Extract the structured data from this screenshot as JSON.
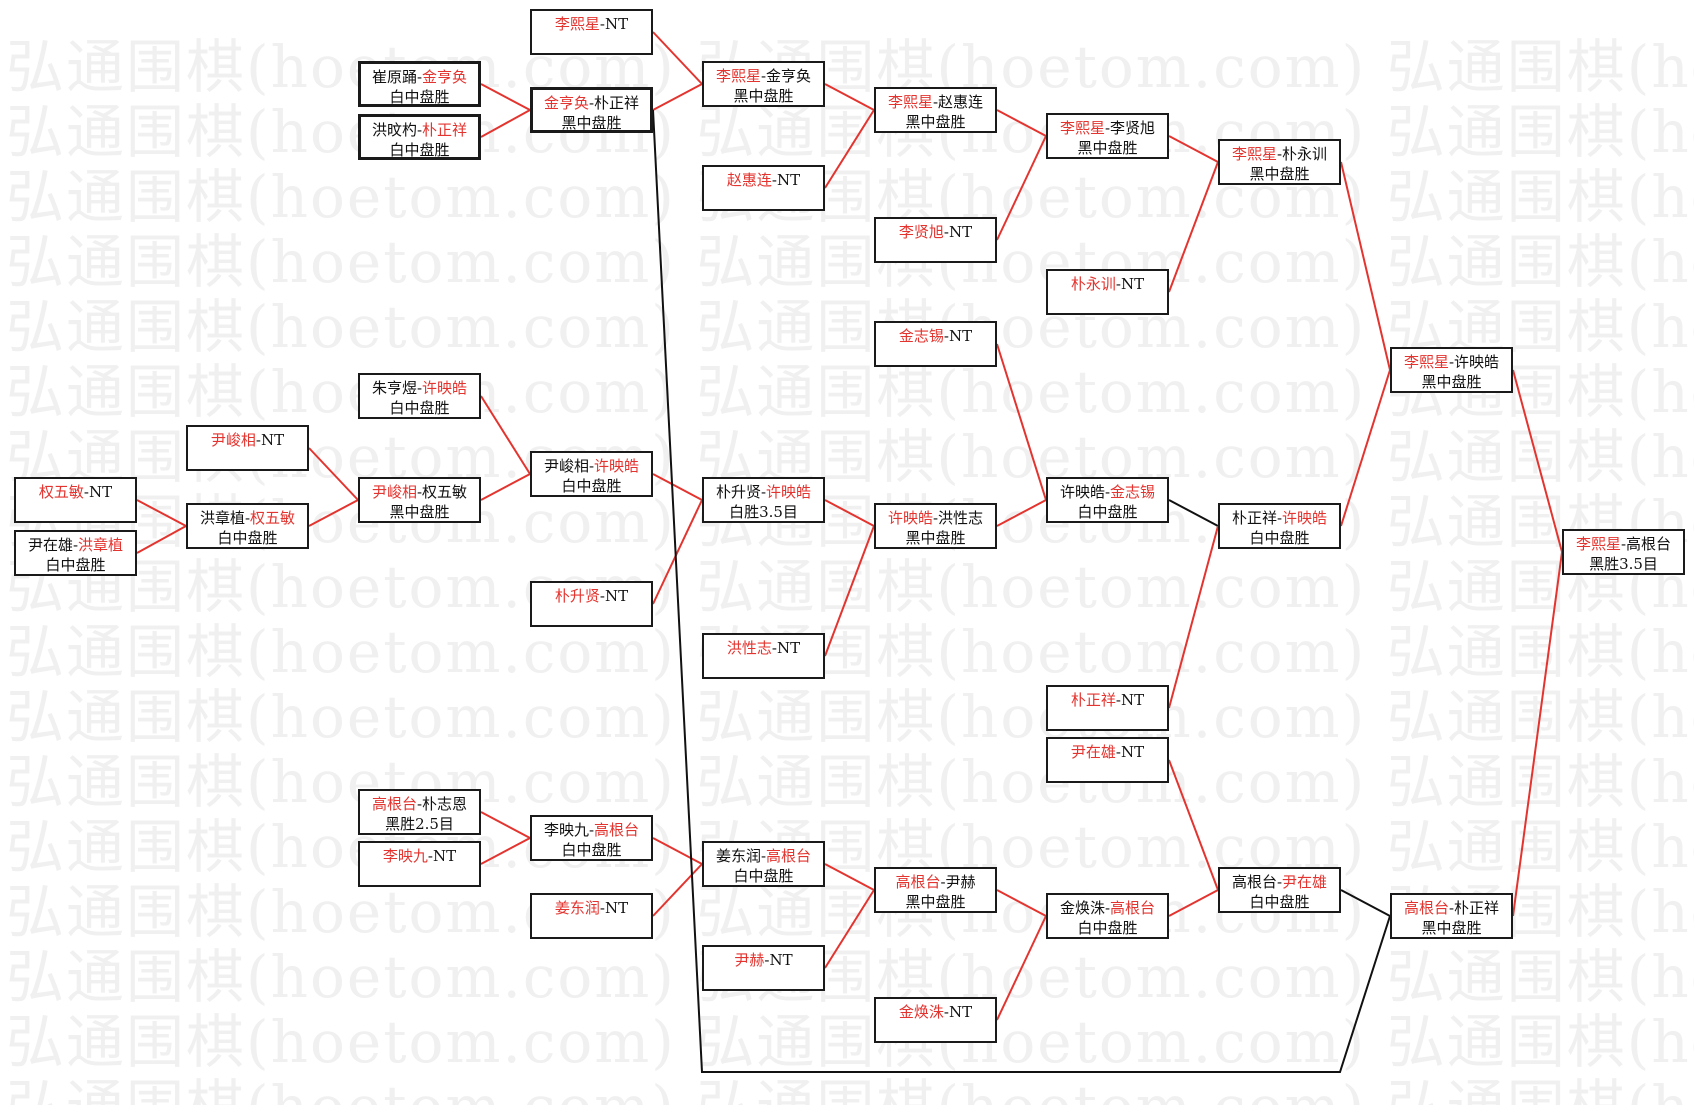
{
  "watermark": "弘通围棋(hoetom.com)",
  "colors": {
    "winner": "#e3342f",
    "line_win": "#e3342f",
    "line_other": "#111111",
    "border": "#1a1a1a"
  },
  "matches": [
    {
      "id": "m1",
      "p1": "李熙星",
      "p2": "NT",
      "winner": 1,
      "result": ""
    },
    {
      "id": "m2",
      "p1": "崔原踊",
      "p2": "金亨奂",
      "winner": 2,
      "result": "白中盘胜"
    },
    {
      "id": "m3",
      "p1": "洪旼杓",
      "p2": "朴正祥",
      "winner": 2,
      "result": "白中盘胜"
    },
    {
      "id": "m4",
      "p1": "金亨奂",
      "p2": "朴正祥",
      "winner": 1,
      "result": "黑中盘胜"
    },
    {
      "id": "m5",
      "p1": "李熙星",
      "p2": "金亨奂",
      "winner": 1,
      "result": "黑中盘胜"
    },
    {
      "id": "m6",
      "p1": "赵惠连",
      "p2": "NT",
      "winner": 1,
      "result": ""
    },
    {
      "id": "m7",
      "p1": "李熙星",
      "p2": "赵惠连",
      "winner": 1,
      "result": "黑中盘胜"
    },
    {
      "id": "m8",
      "p1": "李贤旭",
      "p2": "NT",
      "winner": 1,
      "result": ""
    },
    {
      "id": "m9",
      "p1": "李熙星",
      "p2": "李贤旭",
      "winner": 1,
      "result": "黑中盘胜"
    },
    {
      "id": "m10",
      "p1": "朴永训",
      "p2": "NT",
      "winner": 1,
      "result": ""
    },
    {
      "id": "m11",
      "p1": "李熙星",
      "p2": "朴永训",
      "winner": 1,
      "result": "黑中盘胜"
    },
    {
      "id": "m12",
      "p1": "金志锡",
      "p2": "NT",
      "winner": 1,
      "result": ""
    },
    {
      "id": "m13",
      "p1": "朱亨煜",
      "p2": "许映皓",
      "winner": 2,
      "result": "白中盘胜"
    },
    {
      "id": "m14",
      "p1": "尹峻相",
      "p2": "NT",
      "winner": 1,
      "result": ""
    },
    {
      "id": "m15",
      "p1": "权五敏",
      "p2": "NT",
      "winner": 1,
      "result": ""
    },
    {
      "id": "m16",
      "p1": "尹在雄",
      "p2": "洪章植",
      "winner": 2,
      "result": "白中盘胜"
    },
    {
      "id": "m17",
      "p1": "洪章植",
      "p2": "权五敏",
      "winner": 2,
      "result": "白中盘胜"
    },
    {
      "id": "m18",
      "p1": "尹峻相",
      "p2": "权五敏",
      "winner": 1,
      "result": "黑中盘胜"
    },
    {
      "id": "m19",
      "p1": "尹峻相",
      "p2": "许映皓",
      "winner": 2,
      "result": "白中盘胜"
    },
    {
      "id": "m20",
      "p1": "朴升贤",
      "p2": "NT",
      "winner": 1,
      "result": ""
    },
    {
      "id": "m21",
      "p1": "朴升贤",
      "p2": "许映皓",
      "winner": 2,
      "result": "白胜3.5目"
    },
    {
      "id": "m22",
      "p1": "洪性志",
      "p2": "NT",
      "winner": 1,
      "result": ""
    },
    {
      "id": "m23",
      "p1": "许映皓",
      "p2": "洪性志",
      "winner": 1,
      "result": "黑中盘胜"
    },
    {
      "id": "m24",
      "p1": "许映皓",
      "p2": "金志锡",
      "winner": 2,
      "result": "白中盘胜"
    },
    {
      "id": "m25",
      "p1": "李熙星",
      "p2": "许映皓",
      "winner": 1,
      "result": "黑中盘胜"
    },
    {
      "id": "m26",
      "p1": "朴正祥",
      "p2": "NT",
      "winner": 1,
      "result": ""
    },
    {
      "id": "m27",
      "p1": "朴正祥",
      "p2": "许映皓",
      "winner": 2,
      "result": "白中盘胜"
    },
    {
      "id": "m28",
      "p1": "尹在雄",
      "p2": "NT",
      "winner": 1,
      "result": ""
    },
    {
      "id": "m29",
      "p1": "高根台",
      "p2": "朴志恩",
      "winner": 1,
      "result": "黑胜2.5目"
    },
    {
      "id": "m30",
      "p1": "李映九",
      "p2": "NT",
      "winner": 1,
      "result": ""
    },
    {
      "id": "m31",
      "p1": "李映九",
      "p2": "高根台",
      "winner": 2,
      "result": "白中盘胜"
    },
    {
      "id": "m32",
      "p1": "姜东润",
      "p2": "NT",
      "winner": 1,
      "result": ""
    },
    {
      "id": "m33",
      "p1": "姜东润",
      "p2": "高根台",
      "winner": 2,
      "result": "白中盘胜"
    },
    {
      "id": "m34",
      "p1": "高根台",
      "p2": "尹赫",
      "winner": 1,
      "result": "黑中盘胜"
    },
    {
      "id": "m35",
      "p1": "尹赫",
      "p2": "NT",
      "winner": 1,
      "result": ""
    },
    {
      "id": "m36",
      "p1": "金焕洙",
      "p2": "NT",
      "winner": 1,
      "result": ""
    },
    {
      "id": "m37",
      "p1": "金焕洙",
      "p2": "高根台",
      "winner": 2,
      "result": "白中盘胜"
    },
    {
      "id": "m38",
      "p1": "高根台",
      "p2": "尹在雄",
      "winner": 2,
      "result": "白中盘胜"
    },
    {
      "id": "m39",
      "p1": "高根台",
      "p2": "朴正祥",
      "winner": 1,
      "result": "黑中盘胜"
    },
    {
      "id": "m40",
      "p1": "李熙星",
      "p2": "高根台",
      "winner": 1,
      "result": "黑胜3.5目"
    }
  ]
}
